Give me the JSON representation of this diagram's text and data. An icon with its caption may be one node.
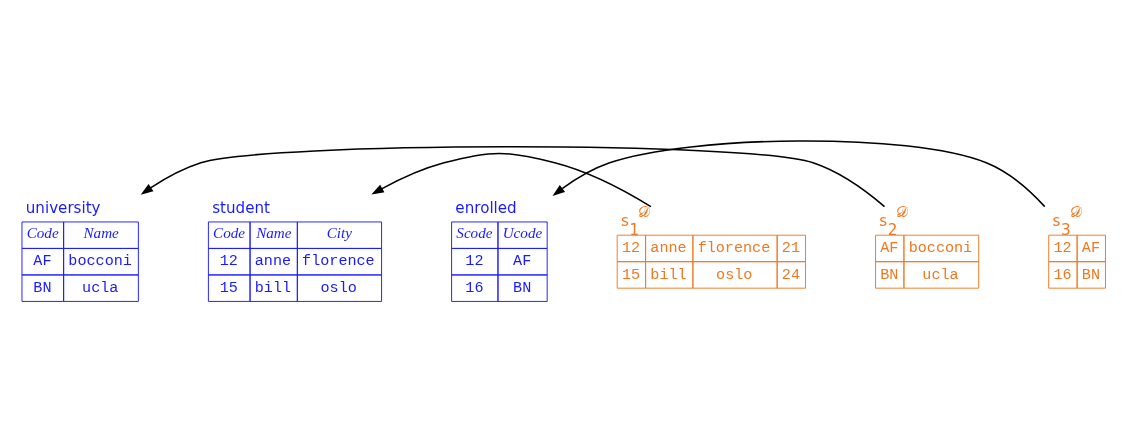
{
  "diagram": {
    "nodes": [
      {
        "text": [
          "university",
          "Code",
          "Name",
          "AF",
          "bocconi",
          "BN",
          "ucla"
        ]
      },
      {
        "text": [
          "student",
          "Code",
          "Name",
          "City",
          "12",
          "anne",
          "florence",
          "15",
          "bill",
          "oslo"
        ]
      },
      {
        "text": [
          "enrolled",
          "Scode",
          "Ucode",
          "12",
          "AF",
          "16",
          "BN"
        ]
      },
      {
        "text": [
          "s$_{1}$$^{𝒟}$",
          "12",
          "anne",
          "florence",
          "21",
          "15",
          "bill",
          "oslo",
          "24"
        ]
      },
      {
        "text": [
          "s$_{2}$$^{𝒟}$",
          "AF",
          "bocconi",
          "BN",
          "ucla"
        ]
      },
      {
        "text": [
          "s$_{3}$$^{𝒟}$",
          "12",
          "AF",
          "16",
          "BN"
        ]
      }
    ],
    "edges": [
      {
        "from": 3,
        "to": 1,
        "arrow": "to"
      },
      {
        "from": 4,
        "to": 0,
        "arrow": "to"
      },
      {
        "from": 5,
        "to": 2,
        "arrow": "to"
      }
    ]
  }
}
